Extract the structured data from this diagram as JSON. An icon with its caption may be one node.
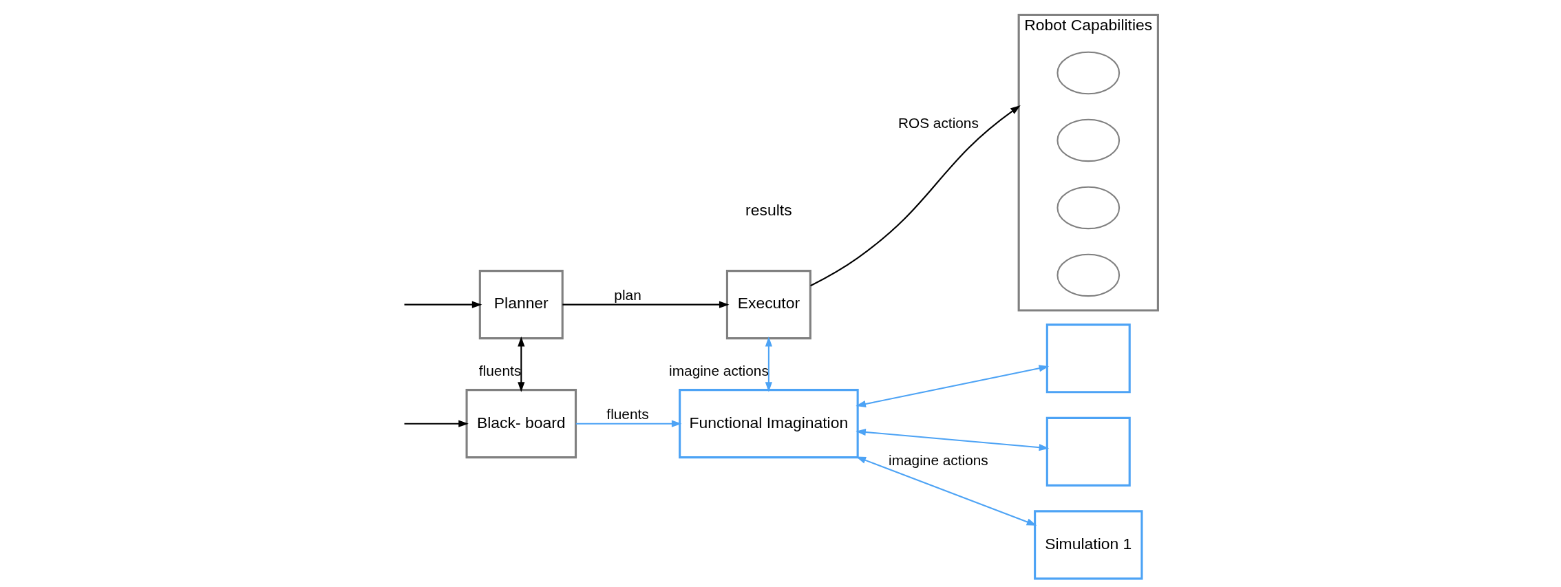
{
  "diagram": {
    "nodes": [
      {
        "text": [
          "Planner"
        ]
      },
      {
        "text": [
          "Executor"
        ]
      },
      {
        "text": [
          "Robot Capabilities"
        ]
      },
      {
        "text": [],
        "shape": "ellipse",
        "in": 2
      },
      {
        "text": [],
        "shape": "ellipse",
        "in": 2
      },
      {
        "text": [],
        "shape": "ellipse",
        "in": 2
      },
      {
        "text": [],
        "shape": "ellipse",
        "in": 2
      },
      {
        "text": [
          "Black- board"
        ]
      },
      {
        "text": [
          "Functional Imagination"
        ]
      },
      {
        "text": [],
        "shape": "box"
      },
      {
        "text": [],
        "shape": "box"
      },
      {
        "text": [
          "Simulation 1"
        ]
      }
    ],
    "edges": [
      {
        "from": null,
        "to": 0,
        "arrow": "to"
      },
      {
        "from": 0,
        "to": 1,
        "arrow": "to",
        "label": "plan"
      },
      {
        "from": 1,
        "to": 2,
        "arrow": "to",
        "label": "ROS actions"
      },
      {
        "from": 0,
        "to": 7,
        "arrow": "both",
        "label": "fluents"
      },
      {
        "from": null,
        "to": 7,
        "arrow": "to"
      },
      {
        "from": 7,
        "to": 8,
        "arrow": "to",
        "label": "fluents",
        "color": "#4da3f5"
      },
      {
        "from": 1,
        "to": 8,
        "arrow": "both",
        "label": "imagine actions",
        "color": "#4da3f5"
      },
      {
        "from": 8,
        "to": 9,
        "arrow": "both",
        "color": "#4da3f5"
      },
      {
        "from": 8,
        "to": 10,
        "arrow": "both",
        "color": "#4da3f5"
      },
      {
        "from": 8,
        "to": 11,
        "arrow": "both",
        "label": "imagine actions",
        "color": "#4da3f5"
      }
    ],
    "labels": [
      "results"
    ]
  }
}
